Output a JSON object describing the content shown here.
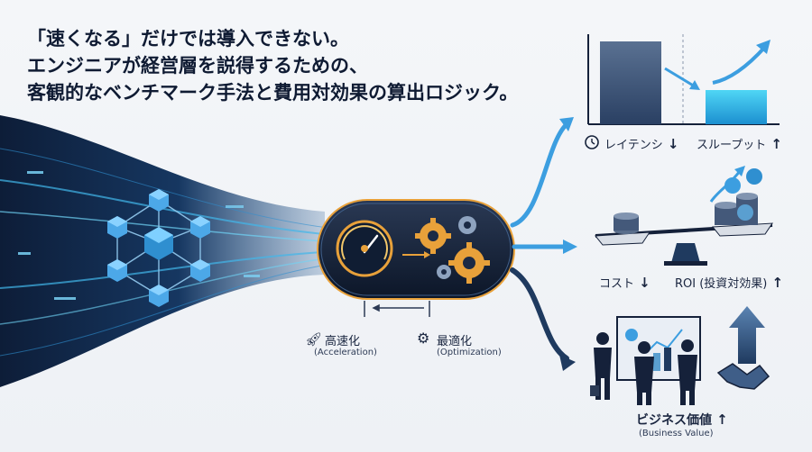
{
  "headline": {
    "line1": "「速くなる」だけでは導入できない。",
    "line2": "エンジニアが経営層を説得するための、",
    "line3": "客観的なベンチマーク手法と費用対効果の算出ロジック。"
  },
  "process": {
    "acceleration": {
      "label": "高速化",
      "sub": "(Acceleration)",
      "icon": "rocket-icon"
    },
    "optimization": {
      "label": "最適化",
      "sub": "(Optimization)",
      "icon": "gear-icon"
    }
  },
  "outcomes": {
    "performance": {
      "latency_label": "レイテンシ",
      "latency_arrow": "↓",
      "throughput_label": "スループット",
      "throughput_arrow": "↑",
      "latency_icon": "clock-icon"
    },
    "finance": {
      "cost_label": "コスト",
      "cost_arrow": "↓",
      "roi_label": "ROI (投資対効果)",
      "roi_arrow": "↑"
    },
    "business": {
      "label": "ビジネス価値",
      "arrow": "↑",
      "sub": "(Business Value)"
    }
  },
  "colors": {
    "navy": "#1f3a5f",
    "accent_blue": "#2f9fe0",
    "cyan": "#39c6f0",
    "orange": "#e8a13a",
    "dark": "#15213a"
  }
}
